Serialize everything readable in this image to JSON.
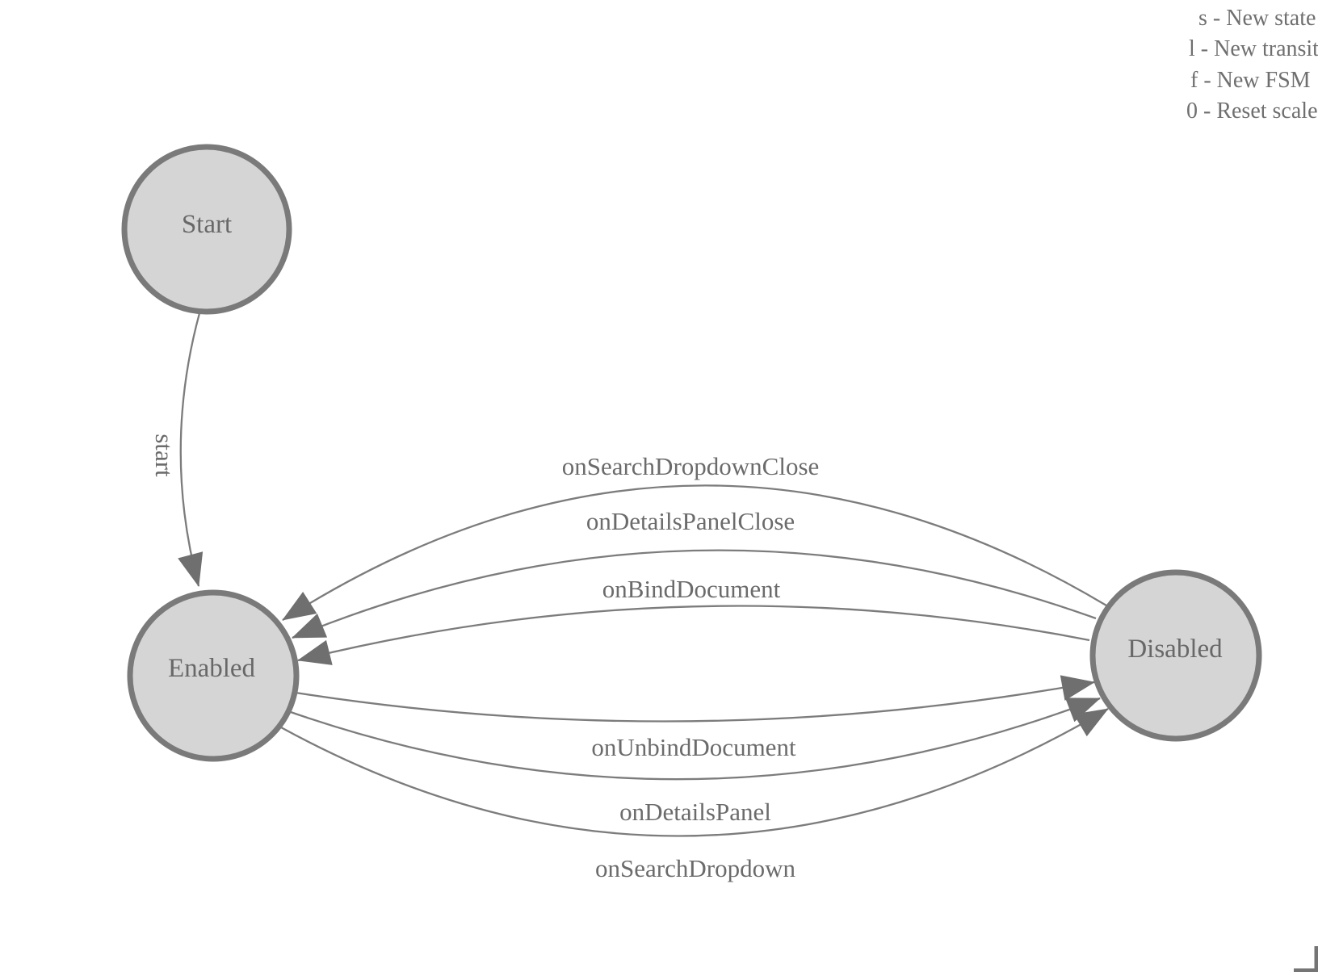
{
  "colors": {
    "background": "#ffffff",
    "state_fill": "#d5d5d5",
    "state_border": "#7a7a7a",
    "edge_line": "#7c7c7c",
    "arrow_fill": "#6f6f6f",
    "state_text": "#686868",
    "edge_text": "#6b6b6b",
    "legend_text": "#6f6f6f",
    "corner_mark": "#757575"
  },
  "legend": {
    "lines": [
      "s - New state",
      "l - New transition",
      "f - New FSM",
      "0 - Reset scale"
    ]
  },
  "states": [
    {
      "id": "start",
      "label": "Start"
    },
    {
      "id": "enabled",
      "label": "Enabled"
    },
    {
      "id": "disabled",
      "label": "Disabled"
    }
  ],
  "transitions": [
    {
      "label": "start",
      "from": "Start",
      "to": "Enabled"
    },
    {
      "label": "onSearchDropdownClose",
      "from": "Disabled",
      "to": "Enabled"
    },
    {
      "label": "onDetailsPanelClose",
      "from": "Disabled",
      "to": "Enabled"
    },
    {
      "label": "onBindDocument",
      "from": "Disabled",
      "to": "Enabled"
    },
    {
      "label": "onUnbindDocument",
      "from": "Enabled",
      "to": "Disabled"
    },
    {
      "label": "onDetailsPanel",
      "from": "Enabled",
      "to": "Disabled"
    },
    {
      "label": "onSearchDropdown",
      "from": "Enabled",
      "to": "Disabled"
    }
  ]
}
